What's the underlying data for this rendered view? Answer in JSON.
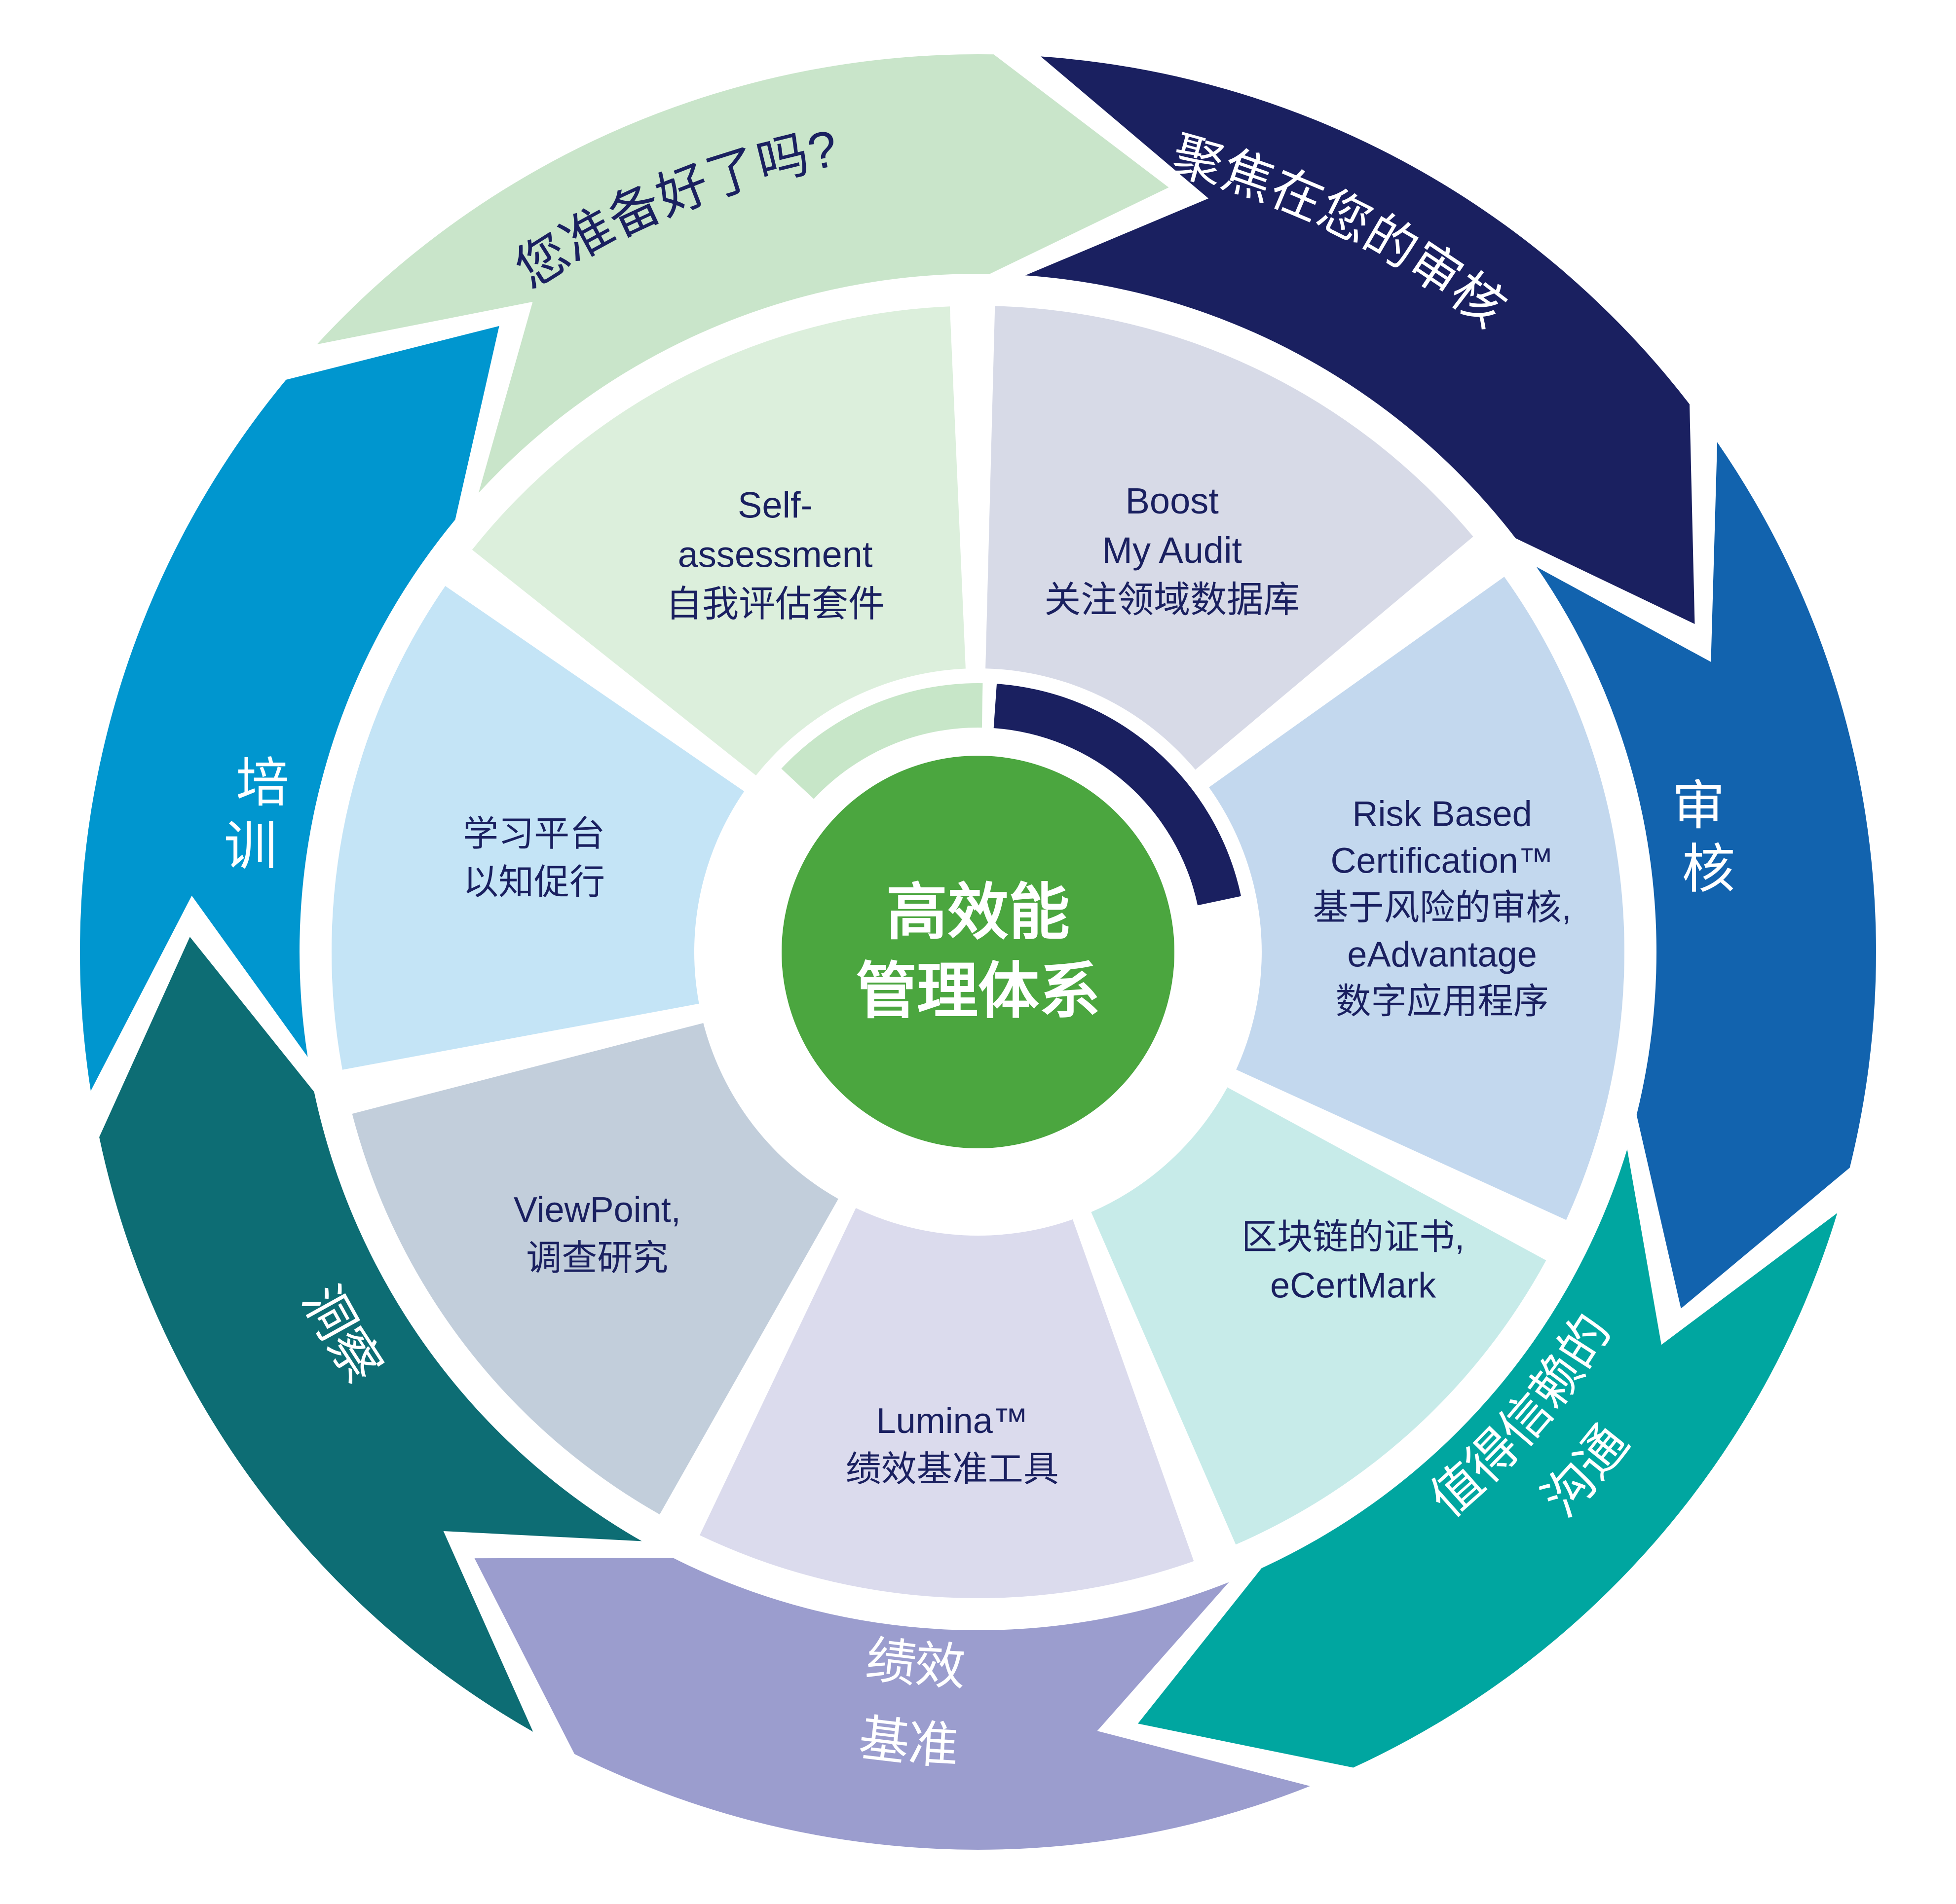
{
  "diagram": {
    "background": "#ffffff",
    "center": {
      "label_lines": [
        "高效能",
        "管理体系"
      ],
      "color": "#4ba63f",
      "text_color": "#ffffff"
    },
    "inner_text_color": "#1a2060",
    "outer_ring": [
      {
        "id": "get-ready",
        "lines": [
          "您准备好了吗?"
        ],
        "color": "#c9e5ca",
        "text_color": "#1a2060"
      },
      {
        "id": "focus-on-your-audit",
        "lines": [
          "聚焦在您的审核"
        ],
        "color": "#1a2060",
        "text_color": "#ffffff"
      },
      {
        "id": "audit",
        "lines": [
          "审核"
        ],
        "color": "#1263ae",
        "text_color": "#ffffff"
      },
      {
        "id": "trusted-communication",
        "lines": [
          "值得信赖的",
          "沟通"
        ],
        "color": "#00a6a0",
        "text_color": "#ffffff"
      },
      {
        "id": "performance-benchmark",
        "lines": [
          "绩效",
          "基准"
        ],
        "color": "#9b9dce",
        "text_color": "#ffffff"
      },
      {
        "id": "insight",
        "lines": [
          "洞察"
        ],
        "color": "#0d6d74",
        "text_color": "#ffffff"
      },
      {
        "id": "training",
        "lines": [
          "培训"
        ],
        "color": "#0096cf",
        "text_color": "#ffffff"
      }
    ],
    "inner_ring": [
      {
        "id": "self-assessment",
        "lines": [
          "Self-",
          "assessment",
          "自我评估套件"
        ],
        "color": "#dcefdc"
      },
      {
        "id": "boost-my-audit",
        "lines": [
          "Boost",
          "My Audit",
          "关注领域数据库"
        ],
        "color": "#d7dae7"
      },
      {
        "id": "risk-based-certification",
        "lines": [
          "Risk Based",
          "Certification™",
          "基于风险的审核,",
          "eAdvantage",
          "数字应用程序"
        ],
        "color": "#c3d8ee"
      },
      {
        "id": "ecertmark",
        "lines": [
          "区块链的证书,",
          "eCertMark"
        ],
        "color": "#c7ebe9"
      },
      {
        "id": "lumina",
        "lines": [
          "Lumina™",
          "绩效基准工具"
        ],
        "color": "#dbdbed"
      },
      {
        "id": "viewpoint",
        "lines": [
          "ViewPoint,",
          "调查研究"
        ],
        "color": "#c2cedb"
      },
      {
        "id": "learning-platform",
        "lines": [
          "学习平台",
          "以知促行"
        ],
        "color": "#c4e4f6"
      }
    ],
    "accent_arcs": [
      {
        "id": "self-assessment-accent",
        "color": "#c7e6c8"
      },
      {
        "id": "boost-my-audit-accent",
        "color": "#1a2060"
      }
    ]
  }
}
